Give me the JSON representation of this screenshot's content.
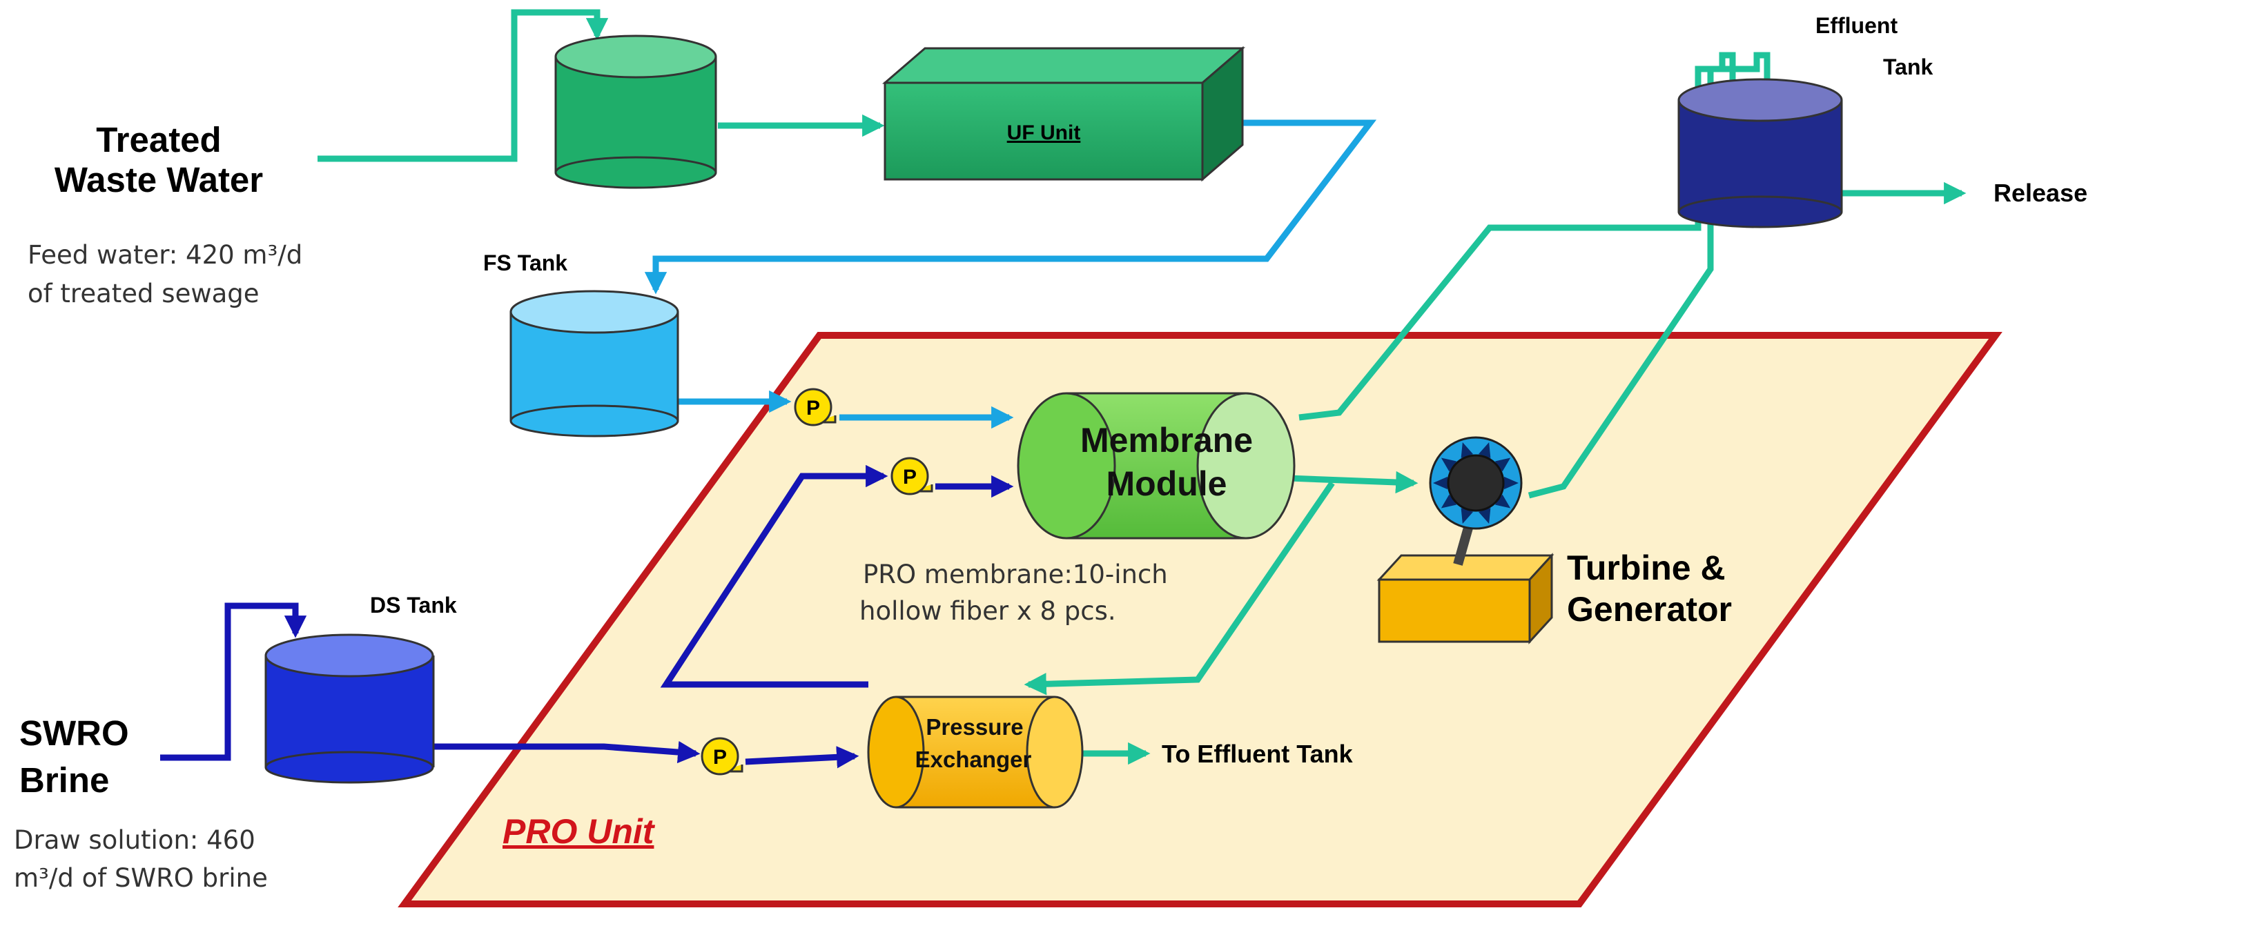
{
  "inputs": {
    "treated_title_line1": "Treated",
    "treated_title_line2": "Waste Water",
    "feed_desc_line1": "Feed water: 420 m³/d",
    "feed_desc_line2": "of treated sewage",
    "swro_title_line1": "SWRO",
    "swro_title_line2": "Brine",
    "draw_desc_line1": "Draw solution: 460",
    "draw_desc_line2": "m³/d of SWRO brine"
  },
  "tanks": {
    "fs_tank": "FS Tank",
    "ds_tank": "DS Tank",
    "effluent_line1": "Effluent",
    "effluent_line2": "Tank"
  },
  "units": {
    "uf_unit": "UF Unit",
    "membrane_line1": "Membrane",
    "membrane_line2": "Module",
    "membrane_desc_line1": "PRO membrane:10-inch",
    "membrane_desc_line2": "hollow fiber x 8 pcs.",
    "pressure_line1": "Pressure",
    "pressure_line2": "Exchanger",
    "turbine_line1": "Turbine &",
    "turbine_line2": "Generator",
    "pro_unit": "PRO Unit",
    "pump_label": "P"
  },
  "outputs": {
    "release": "Release",
    "to_effluent": "To Effluent Tank"
  },
  "colors": {
    "green_line": "#1fc39a",
    "cyan_line": "#1aa5e2",
    "blue_line": "#1414b4",
    "pro_fill": "#fdf1cc",
    "pro_border": "#c0181c",
    "pro_text": "#d2141b"
  },
  "icons": {
    "pump": "pump-icon",
    "turbine": "turbine-icon",
    "generator": "generator-box-icon"
  }
}
